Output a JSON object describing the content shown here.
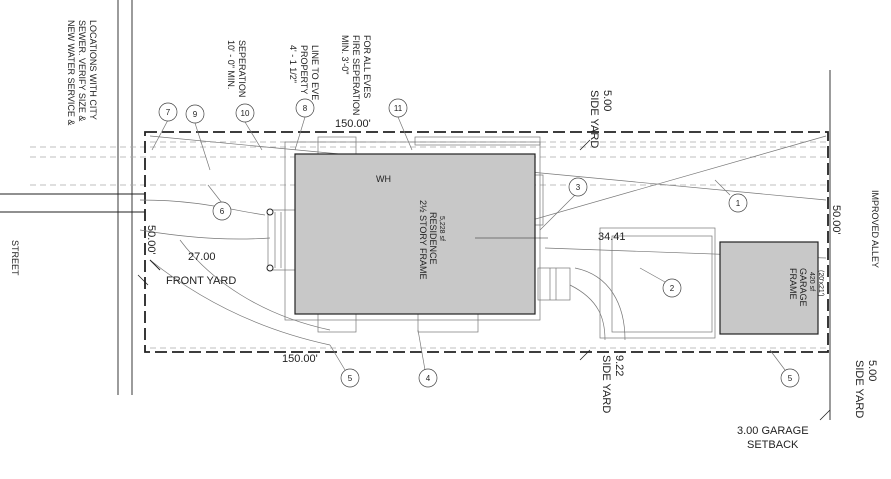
{
  "labels": {
    "street": "STREET",
    "alley": "IMPROVED ALLEY",
    "water_note": [
      "NEW WATER SERVICE &",
      "SEWER.  VERIFY SIZE &",
      "LOCATIONS WITH CITY"
    ],
    "min_sep": [
      "10' - 0\" MIN.",
      "SEPERATION"
    ],
    "prop_line": [
      "4' - 1 1/2\"",
      "PROPERTY",
      "LINE TO EVE"
    ],
    "fire_sep": [
      "MIN. 3'-0\"",
      "FIRE SEPERATION",
      "FOR ALL EVES"
    ],
    "side_yard_top": [
      "5.00",
      "SIDE YARD"
    ],
    "side_yard_bottom": [
      "SIDE YARD",
      "9.22"
    ],
    "side_yard_right": [
      "SIDE YARD",
      "5.00"
    ],
    "front_yard": "FRONT YARD",
    "garage_setback": [
      "3.00 GARAGE",
      "SETBACK"
    ],
    "dim_top": "150.00'",
    "dim_bottom": "150.00'",
    "dim_left": "50.00'",
    "dim_right": "50.00'",
    "dim_front": "27.00",
    "dim_rear": "34.41",
    "wh": "WH",
    "residence": [
      "2½ STORY FRAME",
      "RESIDENCE",
      "5,228 sf"
    ],
    "garage": [
      "FRAME",
      "GARAGE",
      "420 sf",
      "(20'x21')"
    ]
  },
  "callouts": [
    "7",
    "9",
    "10",
    "8",
    "11",
    "6",
    "3",
    "1",
    "2",
    "5",
    "4",
    "5"
  ]
}
